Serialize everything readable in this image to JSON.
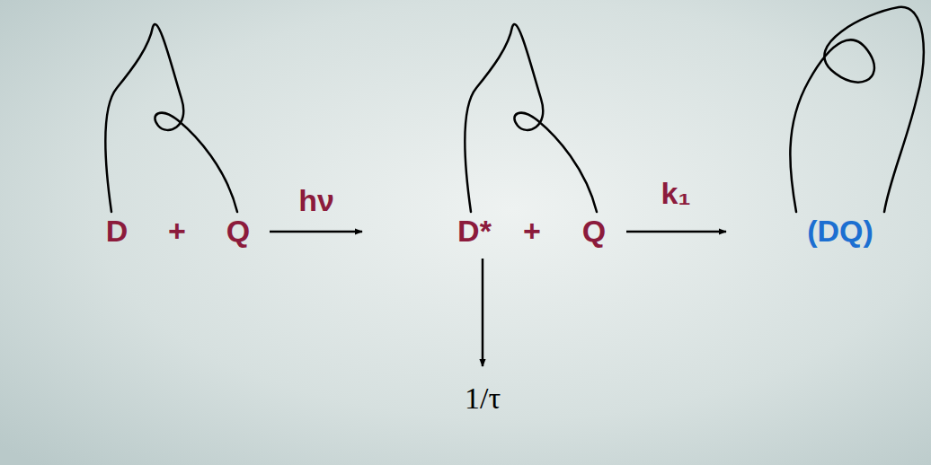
{
  "diagram": {
    "labels": [
      "D",
      "+",
      "Q",
      "hν",
      "D*",
      "+",
      "Q",
      "k₁",
      "(DQ)",
      "1/τ"
    ]
  }
}
